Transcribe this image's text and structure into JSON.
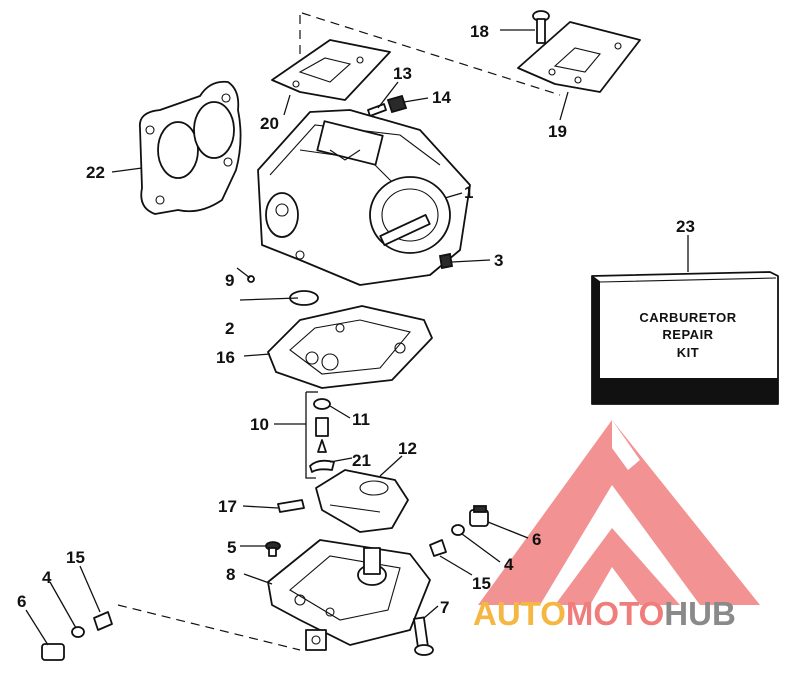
{
  "kit_box": {
    "line1": "CARBURETOR",
    "line2": "REPAIR",
    "line3": "KIT"
  },
  "watermark": {
    "part1": "AUTO",
    "part2": "MOTO",
    "part3": "HUB",
    "colors": {
      "auto": "#F5B642",
      "moto": "#F07C7C",
      "hub": "#8A8A8A",
      "logo": "#F08080"
    }
  },
  "labels": {
    "n1": "1",
    "n2": "2",
    "n3": "3",
    "n4a": "4",
    "n4b": "4",
    "n5": "5",
    "n6a": "6",
    "n6b": "6",
    "n7": "7",
    "n8": "8",
    "n9": "9",
    "n10": "10",
    "n11": "11",
    "n12": "12",
    "n13": "13",
    "n14": "14",
    "n15a": "15",
    "n15b": "15",
    "n16": "16",
    "n17": "17",
    "n18": "18",
    "n19": "19",
    "n20": "20",
    "n21": "21",
    "n22": "22",
    "n23": "23"
  }
}
